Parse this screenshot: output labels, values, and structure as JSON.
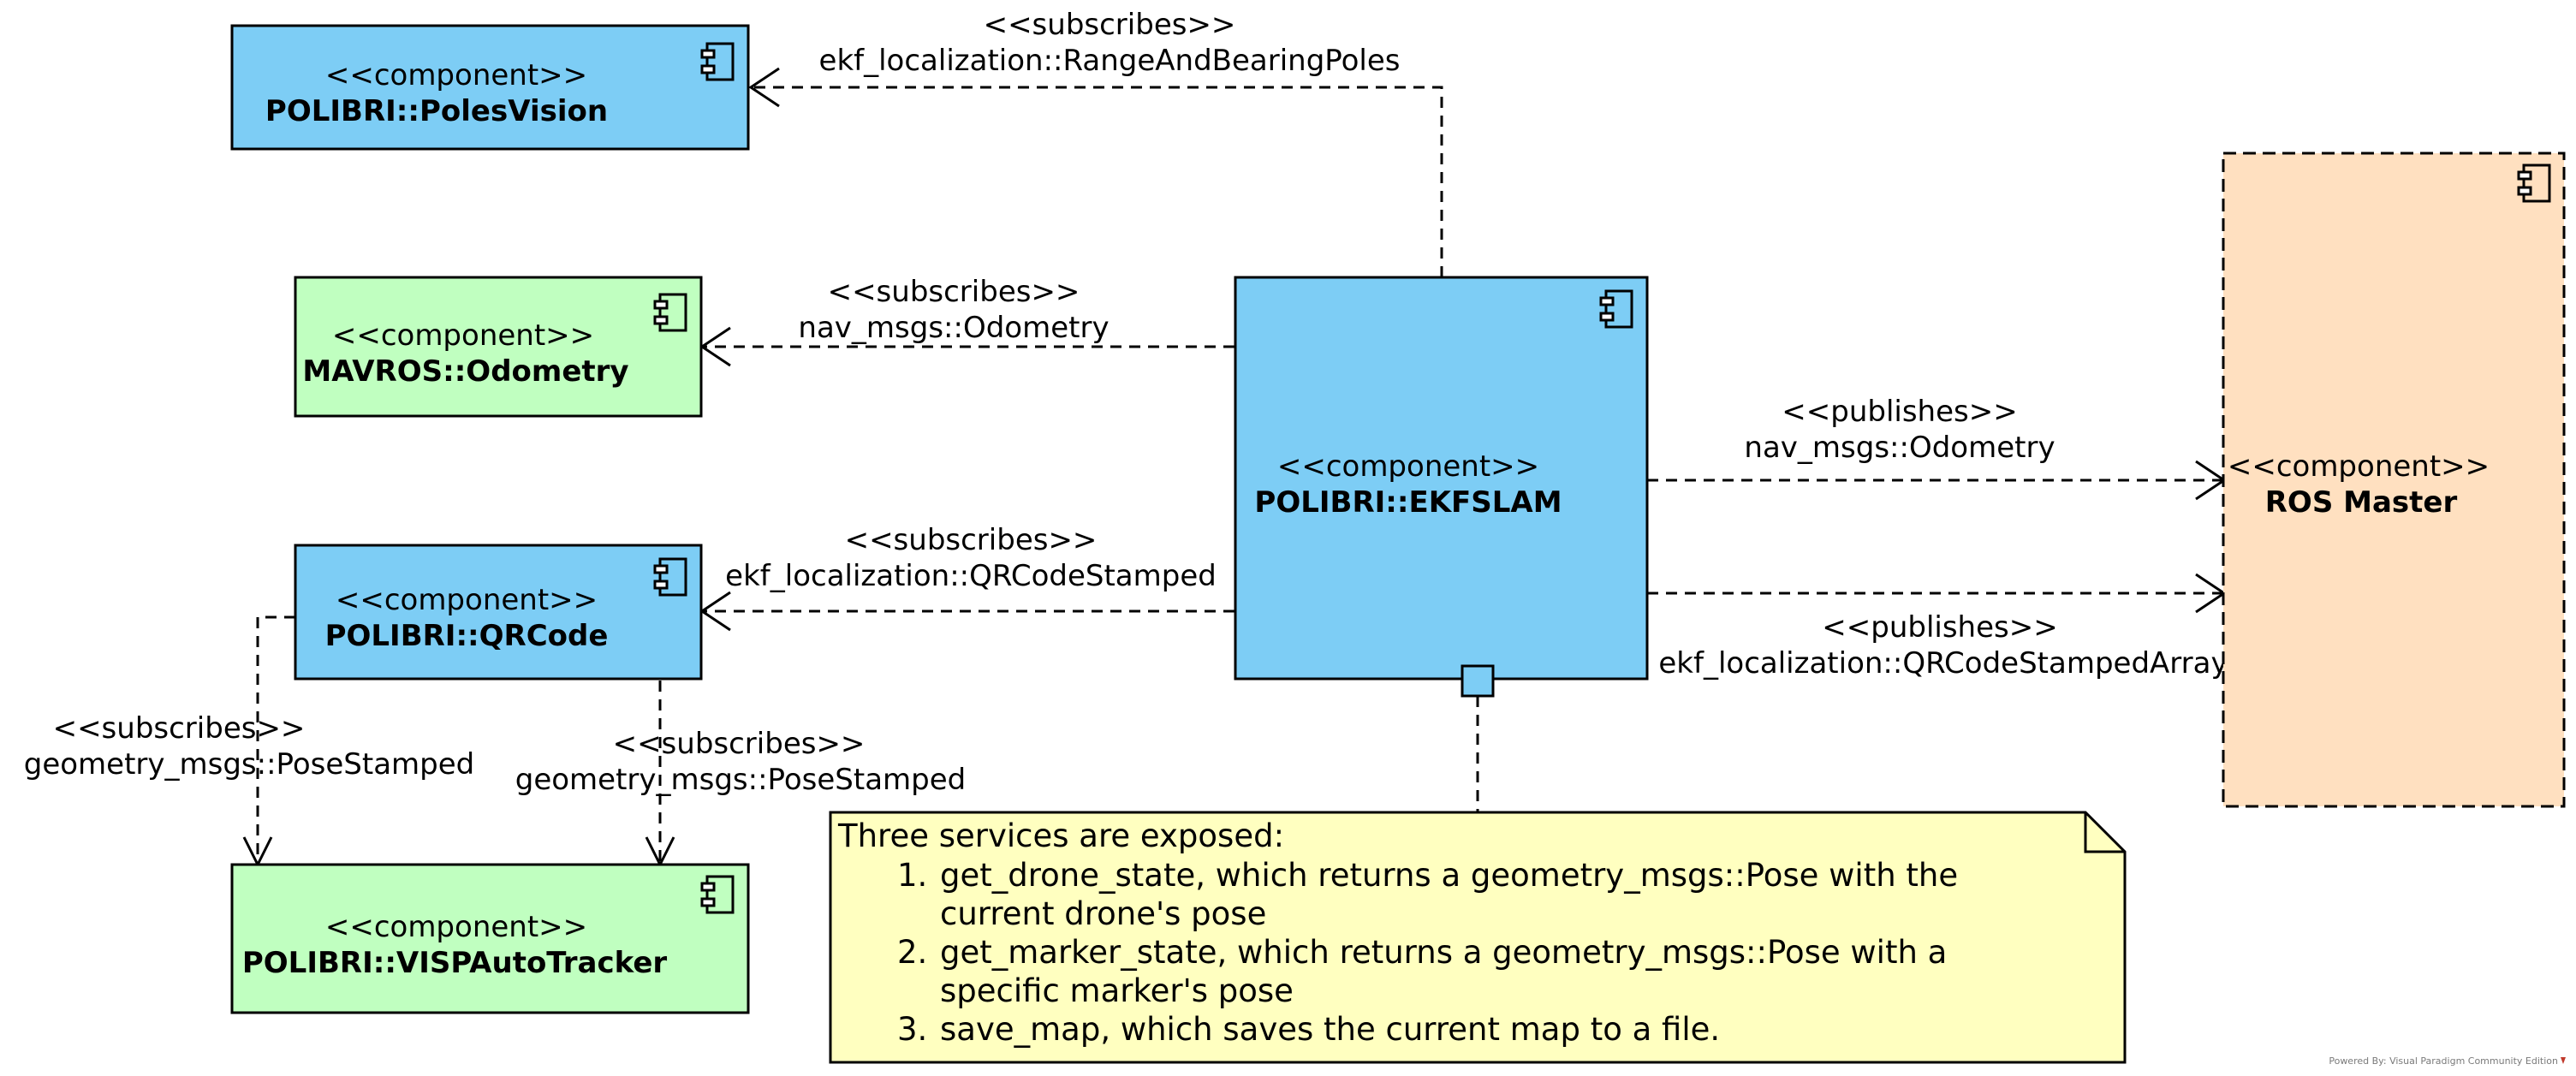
{
  "components": {
    "poles_vision": {
      "stereotype": "<<component>>",
      "name": "POLIBRI::PolesVision",
      "fill": "#7dcdf5"
    },
    "mavros": {
      "stereotype": "<<component>>",
      "name": "MAVROS::Odometry",
      "fill": "#c0ffc0"
    },
    "qrcode": {
      "stereotype": "<<component>>",
      "name": "POLIBRI::QRCode",
      "fill": "#7dcdf5"
    },
    "visp": {
      "stereotype": "<<component>>",
      "name": "POLIBRI::VISPAutoTracker",
      "fill": "#c0ffc0"
    },
    "ekfslam": {
      "stereotype": "<<component>>",
      "name": "POLIBRI::EKFSLAM",
      "fill": "#7dcdf5"
    },
    "ros_master": {
      "stereotype": "<<component>>",
      "name": "ROS Master",
      "fill": "#ffe0c0"
    }
  },
  "connectors": {
    "ekf_to_poles": {
      "stereotype": "<<subscribes>>",
      "message": "ekf_localization::RangeAndBearingPoles"
    },
    "ekf_to_mavros": {
      "stereotype": "<<subscribes>>",
      "message": "nav_msgs::Odometry"
    },
    "ekf_to_qrcode": {
      "stereotype": "<<subscribes>>",
      "message": "ekf_localization::QRCodeStamped"
    },
    "ekf_to_ros_odom": {
      "stereotype": "<<publishes>>",
      "message": "nav_msgs::Odometry"
    },
    "ekf_to_ros_qr": {
      "stereotype": "<<publishes>>",
      "message": "ekf_localization::QRCodeStampedArray"
    },
    "qrcode_to_visp_left": {
      "stereotype": "<<subscribes>>",
      "message": "geometry_msgs::PoseStamped"
    },
    "qrcode_to_visp_right": {
      "stereotype": "<<subscribes>>",
      "message": "geometry_msgs::PoseStamped"
    }
  },
  "note": {
    "title": "Three services are exposed:",
    "items": [
      {
        "number": "1.",
        "line1": "get_drone_state, which returns a geometry_msgs::Pose with the",
        "line2": "current drone's pose"
      },
      {
        "number": "2.",
        "line1": "get_marker_state, which returns a geometry_msgs::Pose with a",
        "line2": "specific marker's pose"
      },
      {
        "number": "3.",
        "line1": "save_map, which saves the current map to a file.",
        "line2": ""
      }
    ],
    "fill": "#ffffc0"
  },
  "watermark": "Powered By: Visual Paradigm Community Edition",
  "colors": {
    "line": "#000000",
    "port": "#7dcdf5"
  }
}
